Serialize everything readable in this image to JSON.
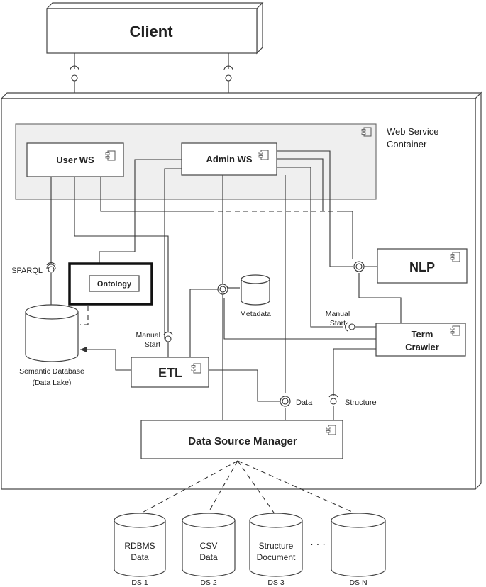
{
  "nodes": {
    "client": "Client",
    "container": "Web Service Container",
    "container_line1": "Web Service",
    "container_line2": "Container",
    "user_ws": "User WS",
    "admin_ws": "Admin WS",
    "nlp": "NLP",
    "ontology": "Ontology",
    "metadata": "Metadata",
    "semantic_db_line1": "Semantic Database",
    "semantic_db_line2": "(Data Lake)",
    "etl": "ETL",
    "term_crawler_line1": "Term",
    "term_crawler_line2": "Crawler",
    "dsm": "Data Source Manager"
  },
  "interfaces": {
    "sparql": "SPARQL",
    "manual_start_1_line1": "Manual",
    "manual_start_1_line2": "Start",
    "manual_start_2_line1": "Manual",
    "manual_start_2_line2": "Start",
    "data": "Data",
    "structure": "Structure"
  },
  "data_sources": [
    {
      "line1": "RDBMS",
      "line2": "Data",
      "label": "DS 1"
    },
    {
      "line1": "CSV",
      "line2": "Data",
      "label": "DS 2"
    },
    {
      "line1": "Structure",
      "line2": "Document",
      "label": "DS 3"
    },
    {
      "line1": "",
      "line2": "",
      "label": "DS N"
    }
  ],
  "ellipsis": "· · ·",
  "colors": {
    "container_fill": "#efefef",
    "stroke": "#333333"
  }
}
